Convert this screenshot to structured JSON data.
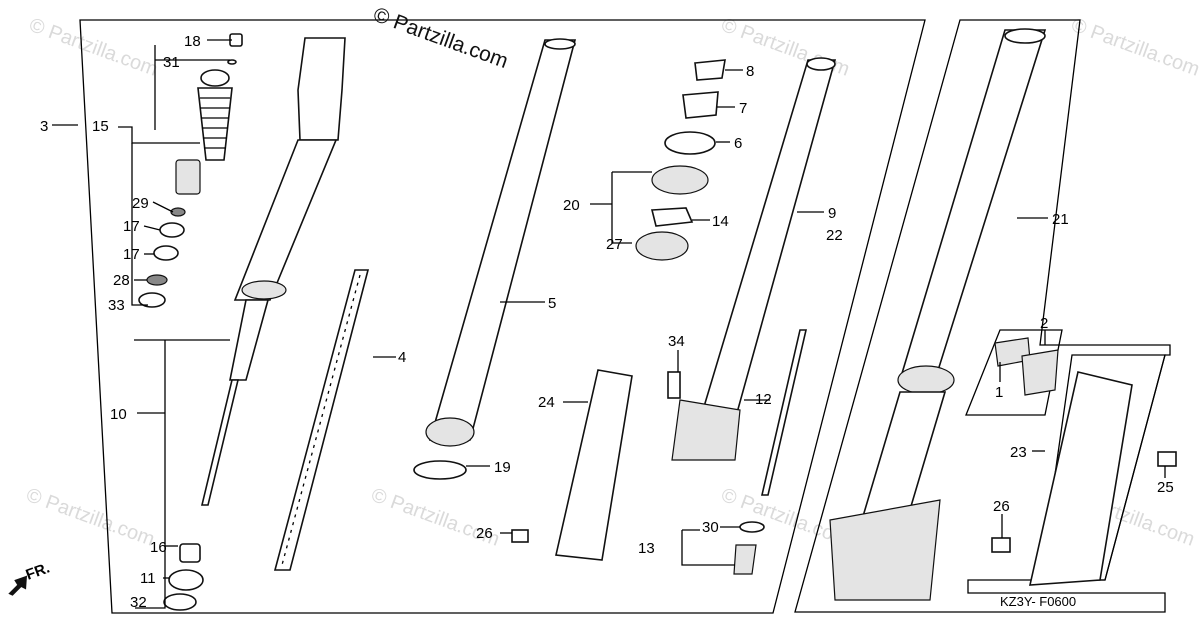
{
  "watermark": {
    "main": "© Partzilla.com",
    "tile": "© Partzilla.com"
  },
  "diagram_code": "KZ3Y- F0600",
  "direction_label": "FR.",
  "callouts": [
    {
      "id": "c18",
      "text": "18"
    },
    {
      "id": "c31",
      "text": "31"
    },
    {
      "id": "c3",
      "text": "3"
    },
    {
      "id": "c15",
      "text": "15"
    },
    {
      "id": "c29",
      "text": "29"
    },
    {
      "id": "c17a",
      "text": "17"
    },
    {
      "id": "c17b",
      "text": "17"
    },
    {
      "id": "c28",
      "text": "28"
    },
    {
      "id": "c33",
      "text": "33"
    },
    {
      "id": "c10",
      "text": "10"
    },
    {
      "id": "c16",
      "text": "16"
    },
    {
      "id": "c11",
      "text": "11"
    },
    {
      "id": "c32",
      "text": "32"
    },
    {
      "id": "c4",
      "text": "4"
    },
    {
      "id": "c5",
      "text": "5"
    },
    {
      "id": "c19",
      "text": "19"
    },
    {
      "id": "c24",
      "text": "24"
    },
    {
      "id": "c26a",
      "text": "26"
    },
    {
      "id": "c8",
      "text": "8"
    },
    {
      "id": "c7",
      "text": "7"
    },
    {
      "id": "c6",
      "text": "6"
    },
    {
      "id": "c20",
      "text": "20"
    },
    {
      "id": "c14",
      "text": "14"
    },
    {
      "id": "c27",
      "text": "27"
    },
    {
      "id": "c9",
      "text": "9"
    },
    {
      "id": "c22",
      "text": "22"
    },
    {
      "id": "c34",
      "text": "34"
    },
    {
      "id": "c12",
      "text": "12"
    },
    {
      "id": "c30",
      "text": "30"
    },
    {
      "id": "c13",
      "text": "13"
    },
    {
      "id": "c21",
      "text": "21"
    },
    {
      "id": "c2",
      "text": "2"
    },
    {
      "id": "c1",
      "text": "1"
    },
    {
      "id": "c23",
      "text": "23"
    },
    {
      "id": "c25",
      "text": "25"
    },
    {
      "id": "c26b",
      "text": "26"
    }
  ]
}
